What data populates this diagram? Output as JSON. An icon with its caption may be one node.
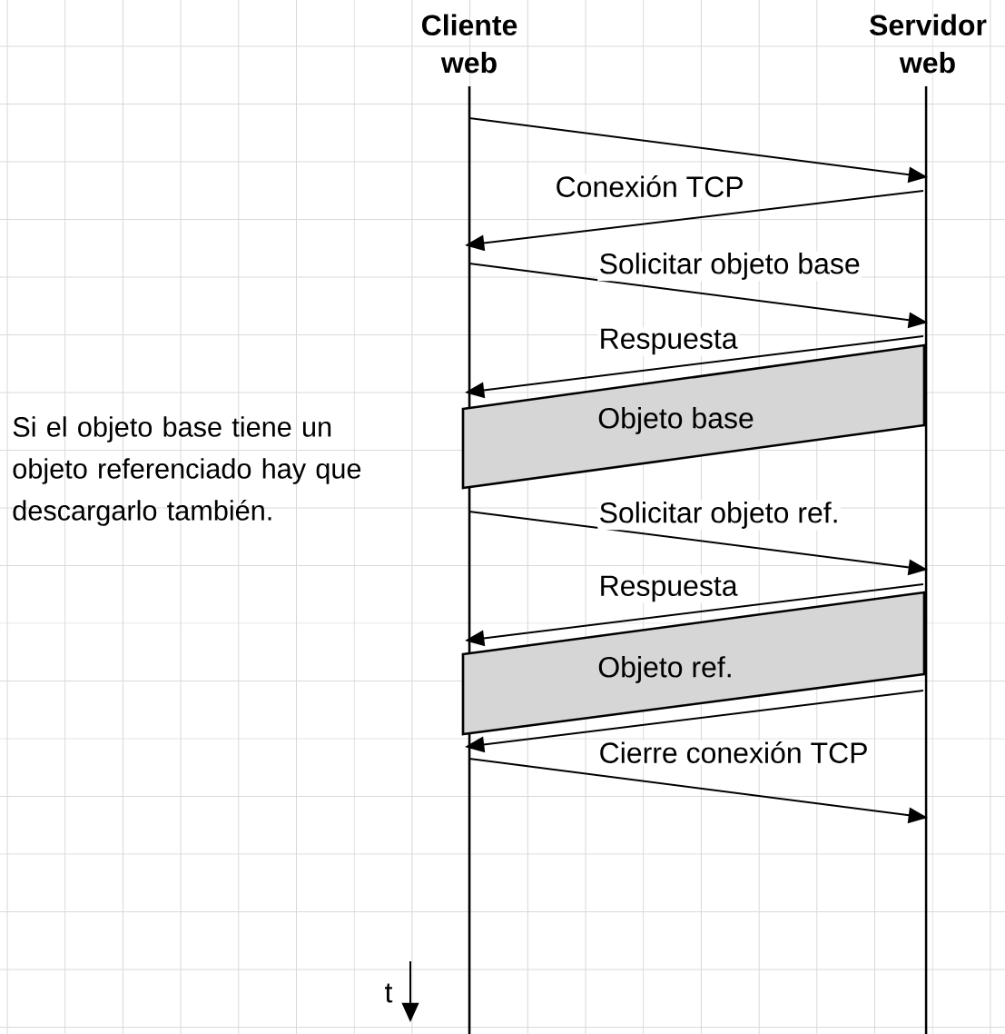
{
  "diagram": {
    "nodes": [
      {
        "text": [
          "Cliente web"
        ]
      },
      {
        "text": [
          "Servidor web"
        ]
      },
      {
        "text": [
          "Objeto base"
        ]
      },
      {
        "text": [
          "Objeto ref."
        ]
      }
    ],
    "edges": [
      {
        "from": 0,
        "to": 1,
        "arrow": "to"
      },
      {
        "from": 1,
        "to": 0,
        "arrow": "to",
        "label": "Conexión TCP"
      },
      {
        "from": 0,
        "to": 1,
        "arrow": "to",
        "label": "Solicitar objeto base"
      },
      {
        "from": 1,
        "to": 0,
        "arrow": "to",
        "label": "Respuesta"
      },
      {
        "from": 0,
        "to": 1,
        "arrow": "to",
        "label": "Solicitar objeto ref."
      },
      {
        "from": 1,
        "to": 0,
        "arrow": "to",
        "label": "Respuesta"
      },
      {
        "from": 1,
        "to": 0,
        "arrow": "to"
      },
      {
        "from": 0,
        "to": 1,
        "arrow": "to",
        "label": "Cierre conexión TCP"
      }
    ],
    "labels": [
      "Si el objeto base tiene un objeto referenciado hay que descargarlo también.",
      "t"
    ]
  }
}
